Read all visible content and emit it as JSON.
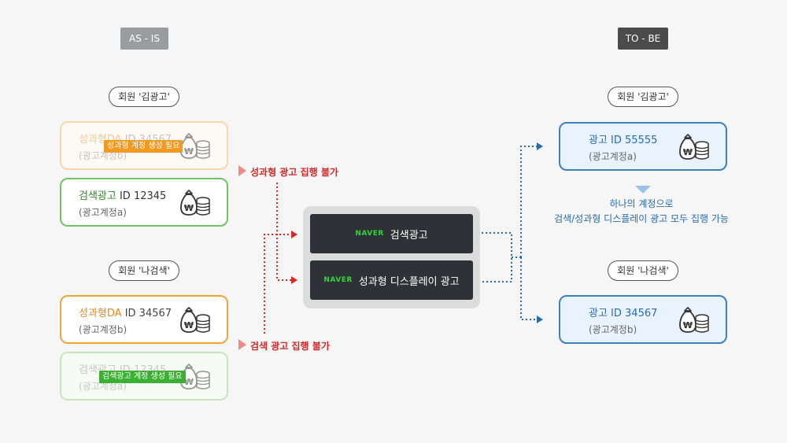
{
  "headers": {
    "asis": "AS - IS",
    "tobe": "TO - BE"
  },
  "left": {
    "member1": "회원 '김광고'",
    "member2": "회원 '나검색'",
    "card1": {
      "prefix": "성과형DA",
      "id": " ID 34567",
      "account": "(광고계정b)",
      "badge": "성과형 계정 생성 필요"
    },
    "card2": {
      "prefix": "검색광고",
      "id": " ID 12345",
      "account": "(광고계정a)"
    },
    "card3": {
      "prefix": "성과형DA",
      "id": " ID 34567",
      "account": "(광고계정b)"
    },
    "card4": {
      "prefix": "검색광고",
      "id": " ID 12345",
      "account": "(광고계정a)",
      "badge": "검색광고 계정 생성 필요"
    },
    "warn1": "성과형 광고 집행 불가",
    "warn2": "검색 광고 집행 불가"
  },
  "center": {
    "btn1": {
      "logo": "NAVER",
      "label": "검색광고"
    },
    "btn2": {
      "logo": "NAVER",
      "label": "성과형 디스플레이 광고"
    }
  },
  "right": {
    "member1": "회원 '김광고'",
    "member2": "회원 '나검색'",
    "card1": {
      "id": "광고 ID 55555",
      "account": "(광고계정a)"
    },
    "card2": {
      "id": "광고 ID 34567",
      "account": "(광고계정b)"
    },
    "note_line1": "하나의 계정으로",
    "note_line2": "검색/성과형 디스플레이 광고 모두 집행 가능"
  },
  "colors": {
    "red_dotted": "#d42a2a",
    "blue_dotted": "#2a6bb0",
    "naver_green": "#2fd63b"
  }
}
